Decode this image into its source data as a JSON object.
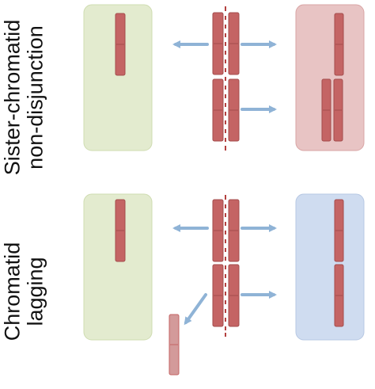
{
  "rows": [
    {
      "id": "sister-chromatid-non-disjunction",
      "label_line1": "Sister-chromatid",
      "label_line2": "non-disjunction",
      "right_cell_color": "#e8c4c4",
      "right_cell_border": "#d9a5a5"
    },
    {
      "id": "chromatid-lagging",
      "label_line1": "Chromatid",
      "label_line2": "lagging",
      "right_cell_color": "#cfdcf0",
      "right_cell_border": "#b7c8e3"
    }
  ],
  "colors": {
    "left_cell": "#e3ebcf",
    "left_cell_border": "#cfdcb1",
    "chromosome": "#c46464",
    "chromosome_dark": "#a44d4d",
    "lagging_chromatid": "#d39a9a",
    "spindle_line": "#b3403f",
    "arrow": "#8fb3d6"
  }
}
